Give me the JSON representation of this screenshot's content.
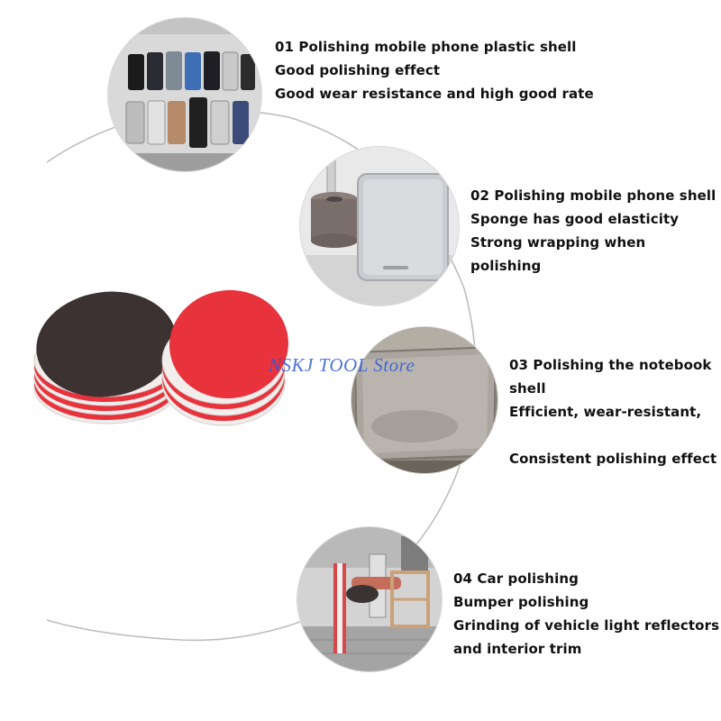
{
  "watermark": "NSKJ TOOL Store",
  "features": [
    {
      "lines": [
        "01 Polishing mobile phone plastic shell",
        "Good polishing effect",
        "Good wear resistance and high good rate"
      ],
      "image_icon": "phone-shells-display-icon"
    },
    {
      "lines": [
        "02 Polishing mobile phone shell",
        "Sponge has good elasticity",
        "Strong wrapping when",
        "polishing"
      ],
      "image_icon": "sponge-polishing-phone-icon"
    },
    {
      "lines": [
        "03 Polishing the notebook",
        "shell",
        "Efficient, wear-resistant,",
        "",
        "Consistent polishing effect"
      ],
      "image_icon": "notebook-shell-icon"
    },
    {
      "lines": [
        "04 Car polishing",
        "Bumper polishing",
        "Grinding of vehicle light reflectors",
        "and interior trim"
      ],
      "image_icon": "car-polishing-robot-icon"
    }
  ],
  "colors": {
    "pad_dark": "#3d3232",
    "pad_red": "#e8323c",
    "pad_white": "#f2eeec",
    "arc": "#bdbdbd",
    "text": "#111111",
    "watermark": "#2f5bd8"
  }
}
